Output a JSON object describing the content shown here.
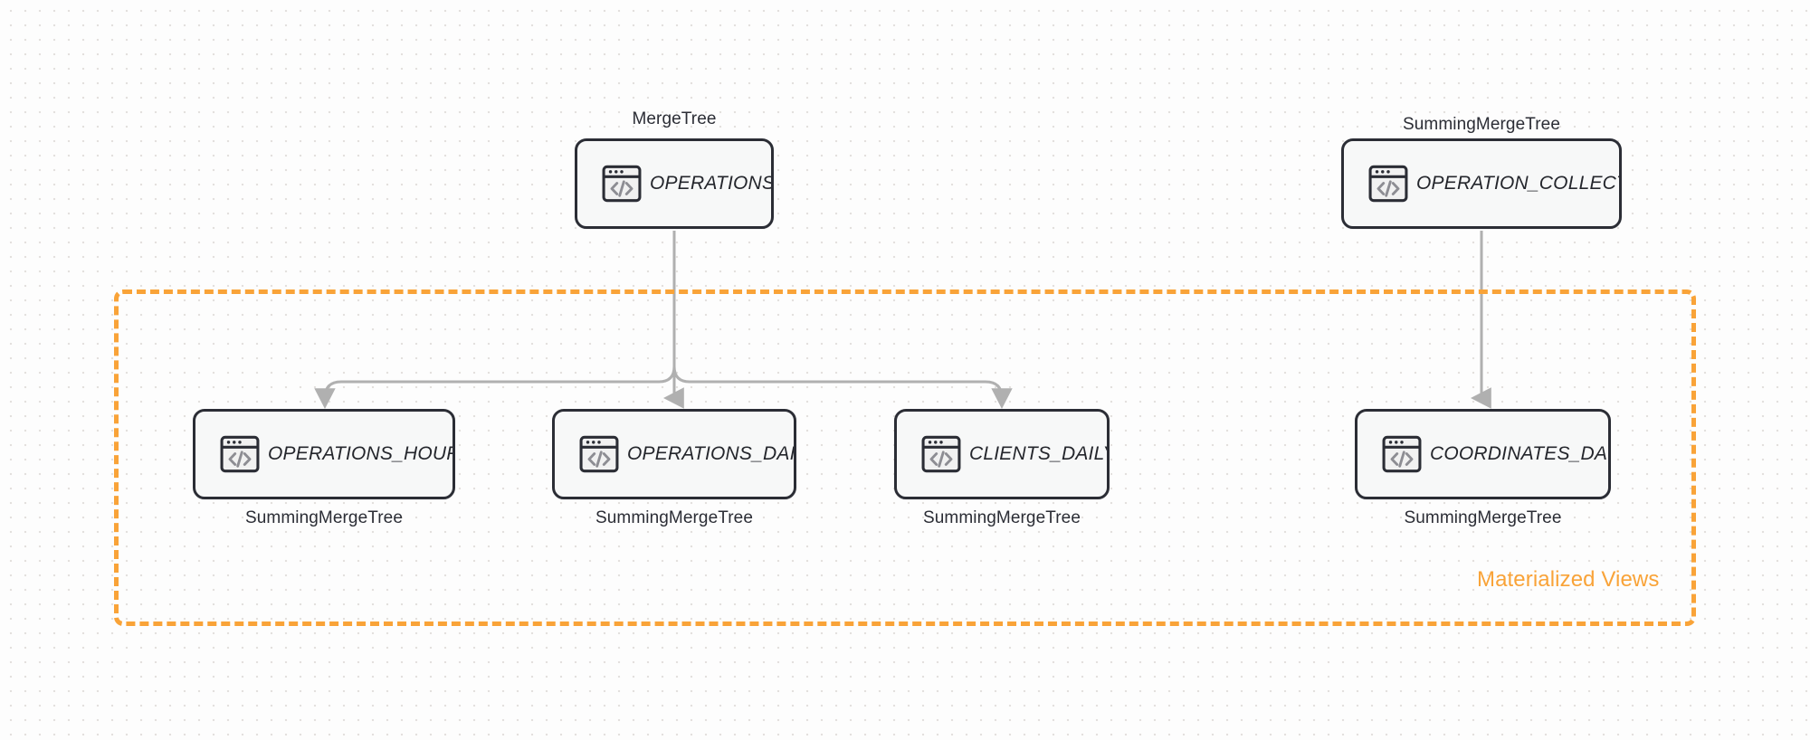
{
  "diagram": {
    "background": "#fdfdfd",
    "accent_color": "#f9a338",
    "node_border_color": "#2b2d35",
    "node_fill_color": "#f7f8f8",
    "edge_color": "#b0b0b0"
  },
  "group": {
    "label": "Materialized Views"
  },
  "nodes": {
    "operations": {
      "label": "OPERATIONS",
      "engine": "MergeTree",
      "engine_position": "above",
      "icon": "code-window-icon"
    },
    "operation_collection": {
      "label": "OPERATION_COLLECTION",
      "engine": "SummingMergeTree",
      "engine_position": "above",
      "icon": "code-window-icon"
    },
    "operations_hourly": {
      "label": "OPERATIONS_HOURLY",
      "engine": "SummingMergeTree",
      "engine_position": "below",
      "icon": "code-window-icon"
    },
    "operations_daily": {
      "label": "OPERATIONS_DAILY",
      "engine": "SummingMergeTree",
      "engine_position": "below",
      "icon": "code-window-icon"
    },
    "clients_daily": {
      "label": "CLIENTS_DAILY",
      "engine": "SummingMergeTree",
      "engine_position": "below",
      "icon": "code-window-icon"
    },
    "coordinates_daily": {
      "label": "COORDINATES_DAILY",
      "engine": "SummingMergeTree",
      "engine_position": "below",
      "icon": "code-window-icon"
    }
  },
  "edges": [
    {
      "from": "operations",
      "to": "operations_hourly"
    },
    {
      "from": "operations",
      "to": "operations_daily"
    },
    {
      "from": "operations",
      "to": "clients_daily"
    },
    {
      "from": "operation_collection",
      "to": "coordinates_daily"
    }
  ]
}
